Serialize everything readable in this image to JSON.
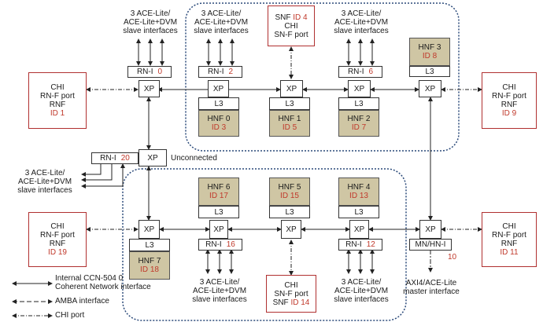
{
  "labels": {
    "ace_triple": [
      "3 ACE-Lite/",
      "ACE-Lite+DVM",
      "slave interfaces"
    ],
    "unconnected": "Unconnected",
    "mn_hni": "MN/HN-I",
    "axi_master": [
      "AXI4/ACE-Lite",
      "master  interface"
    ],
    "xp": "XP",
    "l3": "L3",
    "rni": "RN-I"
  },
  "rn_ids": {
    "rni_0": "0",
    "rni_2": "2",
    "rni_6": "6",
    "rni_20": "20",
    "rni_16": "16",
    "rni_12": "12",
    "mn_id": "10"
  },
  "snf_top": {
    "line1_prefix": "SNF",
    "line1_id": "ID 4",
    "line2": "CHI",
    "line3": "SN-F port"
  },
  "snf_bottom": {
    "line1": "CHI",
    "line2": "SN-F port",
    "line3_prefix": "SNF",
    "line3_id": "ID 14"
  },
  "rnf_left_top": {
    "chi": "CHI",
    "port": "RN-F port",
    "rnf": "RNF",
    "id": "ID 1"
  },
  "rnf_right_top": {
    "chi": "CHI",
    "port": "RN-F port",
    "rnf": "RNF",
    "id": "ID 9"
  },
  "rnf_left_bottom": {
    "chi": "CHI",
    "port": "RN-F port",
    "rnf": "RNF",
    "id": "ID 19"
  },
  "rnf_right_bottom": {
    "chi": "CHI",
    "port": "RN-F port",
    "rnf": "RNF",
    "id": "ID 11"
  },
  "hnf": {
    "hnf0": {
      "name": "HNF 0",
      "id": "ID 3"
    },
    "hnf1": {
      "name": "HNF 1",
      "id": "ID 5"
    },
    "hnf2": {
      "name": "HNF 2",
      "id": "ID 7"
    },
    "hnf3": {
      "name": "HNF 3",
      "id": "ID 8"
    },
    "hnf4": {
      "name": "HNF 4",
      "id": "ID 13"
    },
    "hnf5": {
      "name": "HNF 5",
      "id": "ID 15"
    },
    "hnf6": {
      "name": "HNF 6",
      "id": "ID 17"
    },
    "hnf7": {
      "name": "HNF 7",
      "id": "ID 18"
    }
  },
  "legend": {
    "internal": [
      "Internal CCN-504 0",
      "Coherent Network interface"
    ],
    "amba": "AMBA interface",
    "chi": "CHI port"
  }
}
